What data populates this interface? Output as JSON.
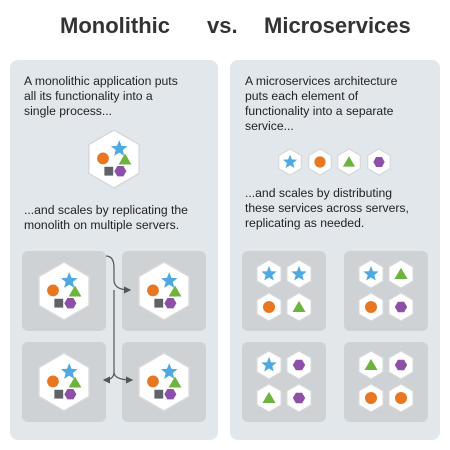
{
  "header": {
    "left_title": "Monolithic",
    "vs": "vs.",
    "right_title": "Microservices"
  },
  "monolithic": {
    "intro_line1": "A monolithic application puts",
    "intro_line2": "all its functionality into a",
    "intro_line3": "single process...",
    "scale_line1": "...and scales by replicating the",
    "scale_line2": "monolith on multiple servers."
  },
  "microservices": {
    "intro_line1": "A microservices architecture",
    "intro_line2": "puts each element of",
    "intro_line3": "functionality into a separate",
    "intro_line4": "service...",
    "scale_line1": "...and scales by distributing",
    "scale_line2": "these services across servers,",
    "scale_line3": "replicating as needed."
  },
  "colors": {
    "panel": "#e2e7ec",
    "server_box": "#cfd2d5",
    "star": "#4ea9e0",
    "circle": "#e87722",
    "triangle": "#6cb33f",
    "square": "#5f6367",
    "hexagon": "#8e4fa6",
    "connector": "#555555"
  }
}
